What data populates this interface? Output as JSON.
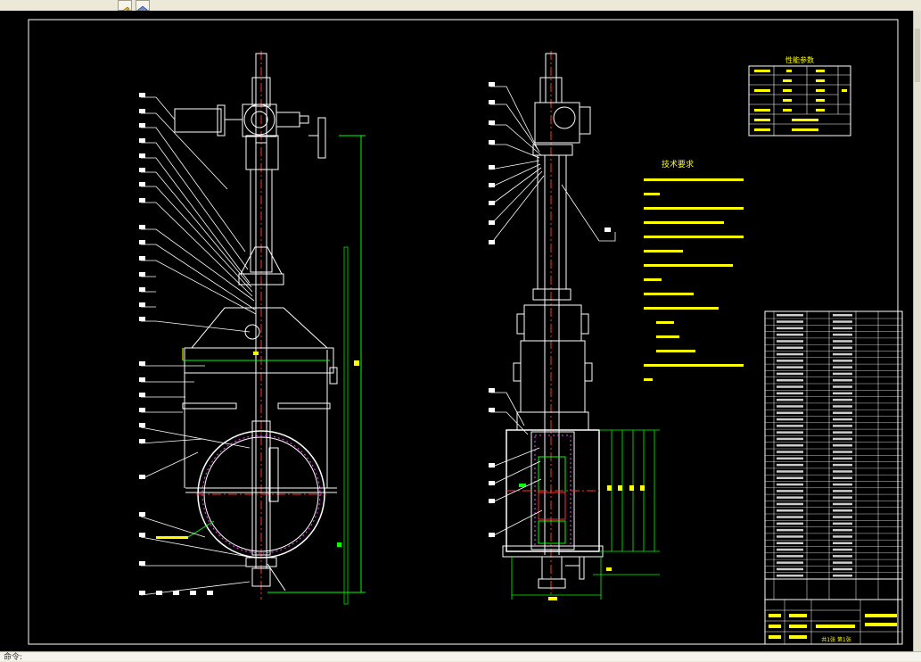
{
  "window": {
    "title": ""
  },
  "toolbar": {
    "icons": [
      "pencil-icon",
      "diamond-icon"
    ]
  },
  "drawing": {
    "background": "#000000",
    "colors": {
      "white": "#ffffff",
      "yellow": "#ffff00",
      "green": "#00ff00",
      "red": "#ff3030",
      "blue": "#4060ff",
      "magenta": "#ff40ff",
      "gray": "#9a9a9a"
    },
    "param_table": {
      "title": "性能参数"
    },
    "tech_requirements": {
      "title": "技术要求"
    },
    "title_block": {
      "sheet": "共1张 第1张"
    }
  },
  "statusbar": {
    "command": "命令:"
  }
}
